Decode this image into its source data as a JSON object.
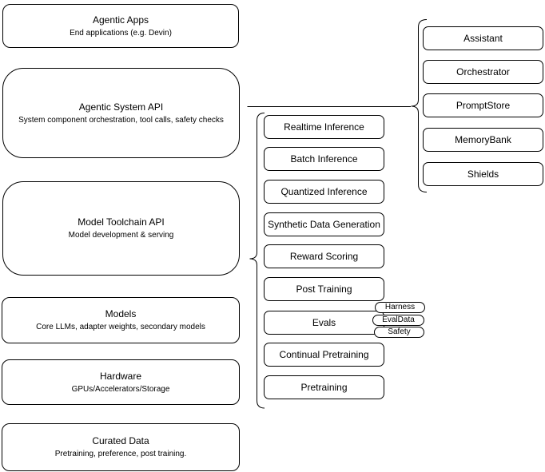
{
  "diagram": {
    "colors": {
      "stroke": "#000000",
      "fill": "#ffffff",
      "text": "#000000"
    },
    "left_stack": [
      {
        "title": "Agentic Apps",
        "subtitle": "End applications (e.g. Devin)"
      },
      {
        "title": "Agentic System API",
        "subtitle": "System component orchestration, tool calls, safety checks"
      },
      {
        "title": "Model Toolchain API",
        "subtitle": "Model development & serving"
      },
      {
        "title": "Models",
        "subtitle": "Core LLMs, adapter weights, secondary models"
      },
      {
        "title": "Hardware",
        "subtitle": "GPUs/Accelerators/Storage"
      },
      {
        "title": "Curated Data",
        "subtitle": "Pretraining, preference, post training."
      }
    ],
    "toolchain_items": [
      "Realtime Inference",
      "Batch Inference",
      "Quantized Inference",
      "Synthetic Data Generation",
      "Reward Scoring",
      "Post Training",
      "Evals",
      "Continual Pretraining",
      "Pretraining"
    ],
    "evals_tags": [
      "Harness",
      "EvalData",
      "Safety"
    ],
    "system_components": [
      "Assistant",
      "Orchestrator",
      "PromptStore",
      "MemoryBank",
      "Shields"
    ]
  }
}
